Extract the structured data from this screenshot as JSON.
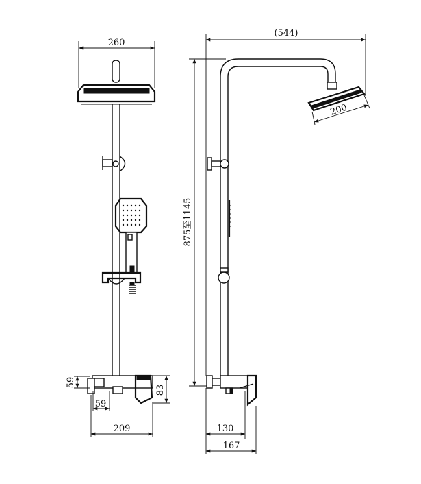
{
  "dimensions": {
    "front_head_width": "260",
    "side_reach": "(544)",
    "side_head_diameter": "200",
    "height_range": "875至1145",
    "front_inlet_height": "59",
    "front_inlet_offset": "59",
    "front_body_height": "83",
    "front_total_width": "209",
    "side_depth_small": "130",
    "side_depth_total": "167"
  }
}
